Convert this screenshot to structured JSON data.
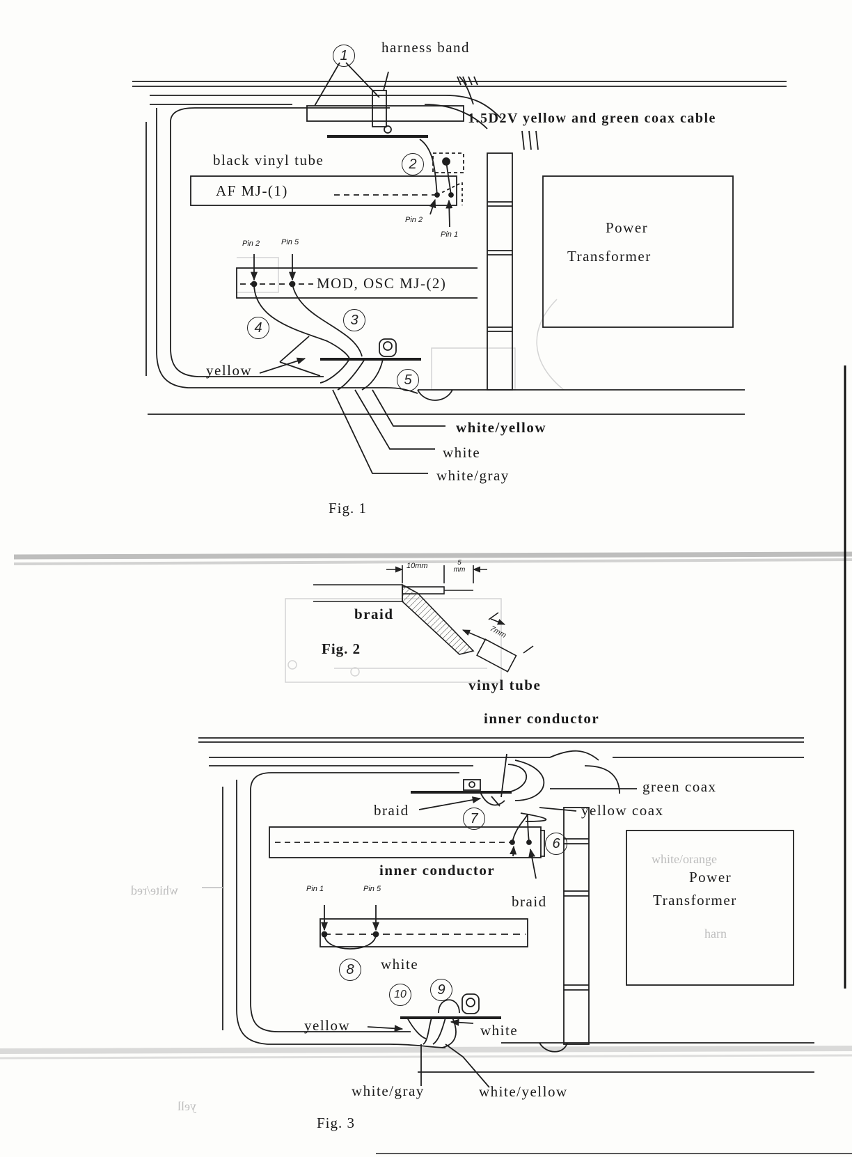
{
  "fig1": {
    "caption": "Fig. 1",
    "harness_band": "harness band",
    "coax_cable": "1.5D2V yellow and green coax cable",
    "black_vinyl_tube": "black vinyl tube",
    "af_mj": "AF MJ-(1)",
    "mod_osc_mj": "MOD, OSC MJ-(2)",
    "pin2_af": "Pin 2",
    "pin1_af": "Pin 1",
    "pin2_mod": "Pin 2",
    "pin5_mod": "Pin 5",
    "power_transformer_1": "Power",
    "power_transformer_2": "Transformer",
    "yellow": "yellow",
    "white_yellow": "white/yellow",
    "white": "white",
    "white_gray": "white/gray",
    "markers": [
      "①",
      "②",
      "③",
      "④",
      "⑤"
    ]
  },
  "fig2": {
    "caption": "Fig. 2",
    "braid": "braid",
    "vinyl_tube": "vinyl tube",
    "dim_10mm": "10mm",
    "dim_5mm": "5 mm",
    "dim_7mm": "7mm"
  },
  "fig3": {
    "caption": "Fig. 3",
    "inner_conductor_top": "inner conductor",
    "green_coax": "green coax",
    "braid_left": "braid",
    "yellow_coax": "yellow coax",
    "inner_conductor_mid": "inner conductor",
    "braid_right": "braid",
    "pin1": "Pin 1",
    "pin5": "Pin 5",
    "white_jumper": "white",
    "power_transformer_1": "Power",
    "power_transformer_2": "Transformer",
    "yellow": "yellow",
    "white": "white",
    "white_gray": "white/gray",
    "white_yellow": "white/yellow",
    "markers": [
      "⑥",
      "⑦",
      "⑧",
      "⑨",
      "⑩"
    ]
  },
  "ghost_text": {
    "white_orange": "white/orange",
    "white_red": "white/red",
    "harn": "harn",
    "yell": "yell"
  }
}
